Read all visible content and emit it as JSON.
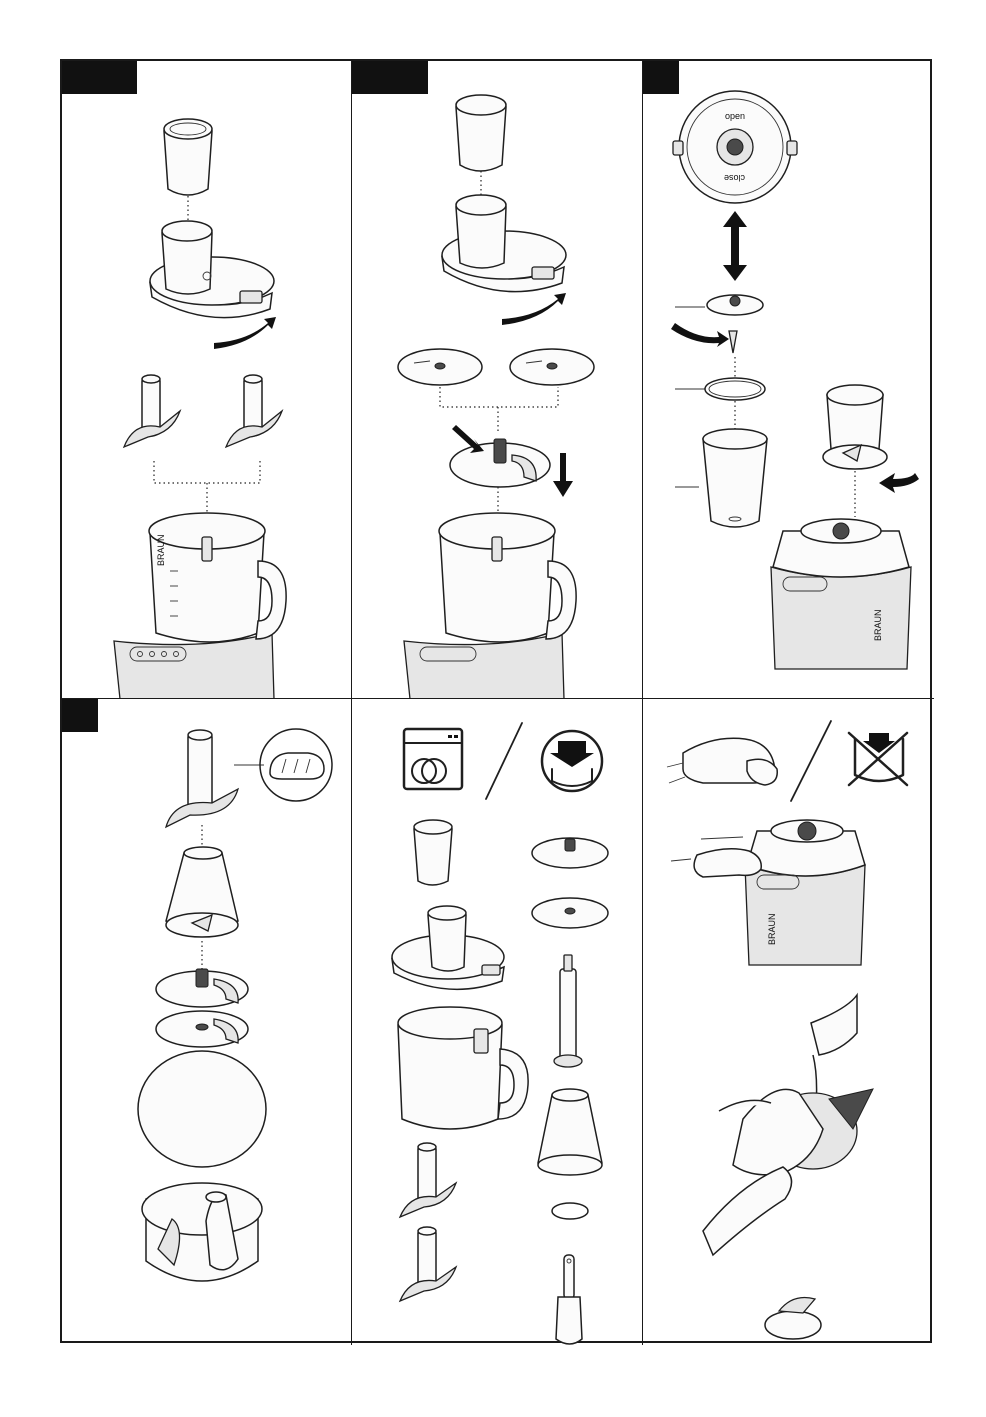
{
  "lid_labels": {
    "open": "open",
    "close": "close"
  },
  "appliance_brand": "BRAUN"
}
